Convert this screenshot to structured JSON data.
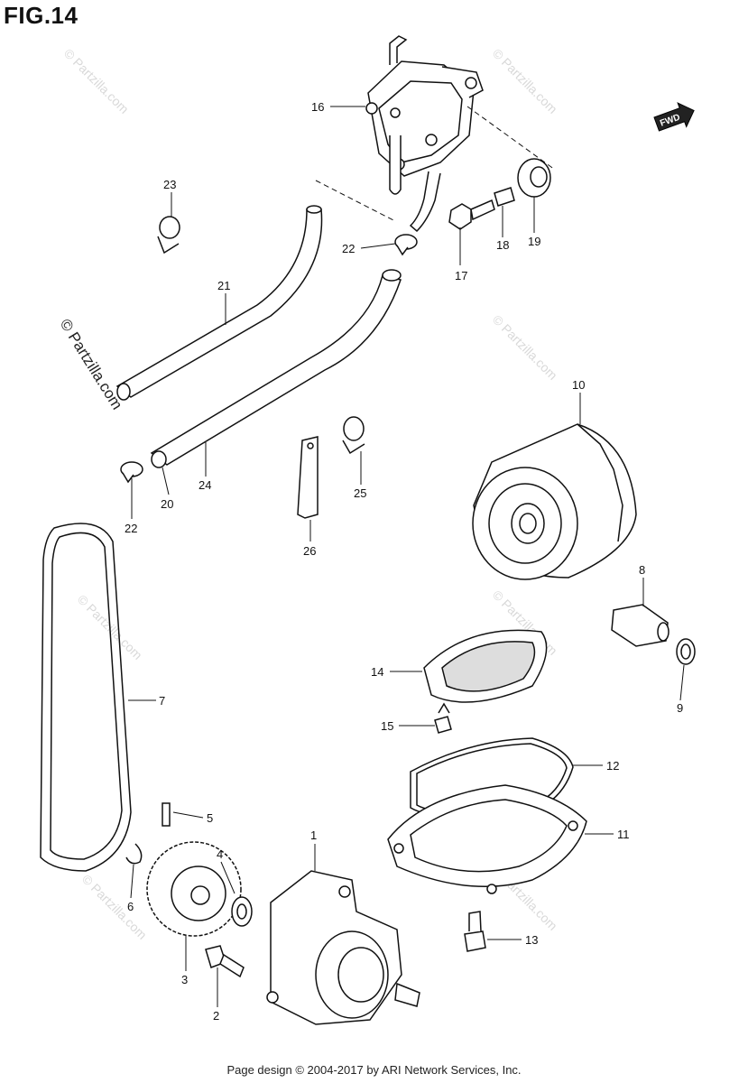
{
  "figure_title": "FIG.14",
  "footer": "Page design © 2004-2017 by ARI Network Services, Inc.",
  "fwd_badge": "FWD",
  "watermark_main": "© Partzilla.com",
  "watermark_faint": "© Partzilla.com",
  "callouts": {
    "c1": "1",
    "c2": "2",
    "c3": "3",
    "c4": "4",
    "c5": "5",
    "c6": "6",
    "c7": "7",
    "c8": "8",
    "c9": "9",
    "c10": "10",
    "c11": "11",
    "c12": "12",
    "c13": "13",
    "c14": "14",
    "c15": "15",
    "c16": "16",
    "c17": "17",
    "c18": "18",
    "c19": "19",
    "c20": "20",
    "c21": "21",
    "c22a": "22",
    "c22b": "22",
    "c23": "23",
    "c24": "24",
    "c25": "25",
    "c26": "26"
  }
}
